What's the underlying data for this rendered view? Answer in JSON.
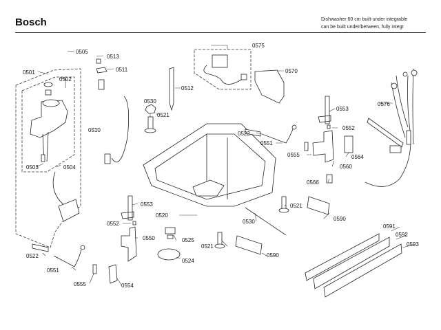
{
  "header": {
    "brand": "Bosch",
    "description_line1": "Dishwasher 60 cm built-under integrable",
    "description_line2": "can be built under/between, fully integr"
  },
  "parts": {
    "p0501": "0501",
    "p0502": "0502",
    "p0503": "0503",
    "p0504": "0504",
    "p0505": "0505",
    "p0510": "0510",
    "p0511": "0511",
    "p0512": "0512",
    "p0513": "0513",
    "p0520": "0520",
    "p0521a": "0521",
    "p0521b": "0521",
    "p0521c": "0521",
    "p0522a": "0522",
    "p0522b": "0522",
    "p0524": "0524",
    "p0525": "0525",
    "p0530a": "0530",
    "p0530b": "0530",
    "p0550": "0550",
    "p0551a": "0551",
    "p0551b": "0551",
    "p0552a": "0552",
    "p0552b": "0552",
    "p0553a": "0553",
    "p0553b": "0553",
    "p0554": "0554",
    "p0555a": "0555",
    "p0555b": "0555",
    "p0560": "0560",
    "p0564": "0564",
    "p0566": "0566",
    "p0570": "0570",
    "p0575": "0575",
    "p0576": "0576",
    "p0590a": "0590",
    "p0590b": "0590",
    "p0591": "0591",
    "p0592": "0592",
    "p0593": "0593"
  }
}
